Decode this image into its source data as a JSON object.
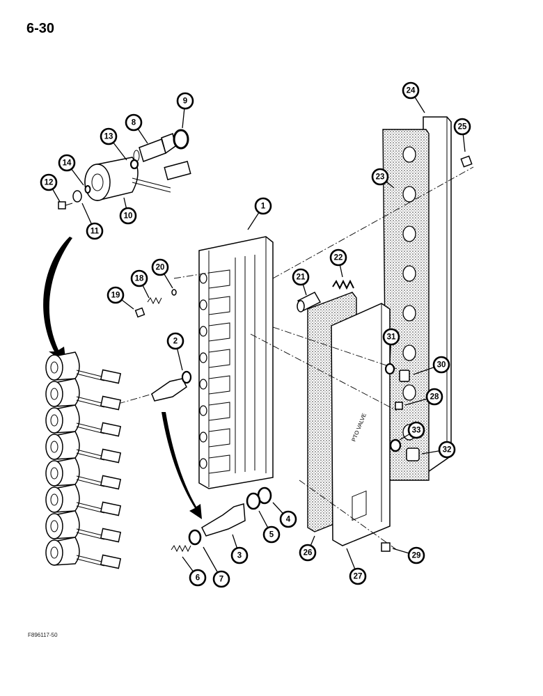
{
  "page": {
    "number": "6-30",
    "figure_code": "F896117-50"
  },
  "callouts": [
    {
      "id": "1",
      "label": "1"
    },
    {
      "id": "2",
      "label": "2"
    },
    {
      "id": "3",
      "label": "3"
    },
    {
      "id": "4",
      "label": "4"
    },
    {
      "id": "5",
      "label": "5"
    },
    {
      "id": "6",
      "label": "6"
    },
    {
      "id": "7",
      "label": "7"
    },
    {
      "id": "8",
      "label": "8"
    },
    {
      "id": "9",
      "label": "9"
    },
    {
      "id": "10",
      "label": "10"
    },
    {
      "id": "11",
      "label": "11"
    },
    {
      "id": "12",
      "label": "12"
    },
    {
      "id": "13",
      "label": "13"
    },
    {
      "id": "14",
      "label": "14"
    },
    {
      "id": "18",
      "label": "18"
    },
    {
      "id": "19",
      "label": "19"
    },
    {
      "id": "20",
      "label": "20"
    },
    {
      "id": "21",
      "label": "21"
    },
    {
      "id": "22",
      "label": "22"
    },
    {
      "id": "23",
      "label": "23"
    },
    {
      "id": "24",
      "label": "24"
    },
    {
      "id": "25",
      "label": "25"
    },
    {
      "id": "26",
      "label": "26"
    },
    {
      "id": "27",
      "label": "27"
    },
    {
      "id": "28",
      "label": "28"
    },
    {
      "id": "29",
      "label": "29"
    },
    {
      "id": "30",
      "label": "30"
    },
    {
      "id": "31",
      "label": "31"
    },
    {
      "id": "32",
      "label": "32"
    },
    {
      "id": "33",
      "label": "33"
    }
  ],
  "cover_plate_stamp": "PTO VALVE"
}
